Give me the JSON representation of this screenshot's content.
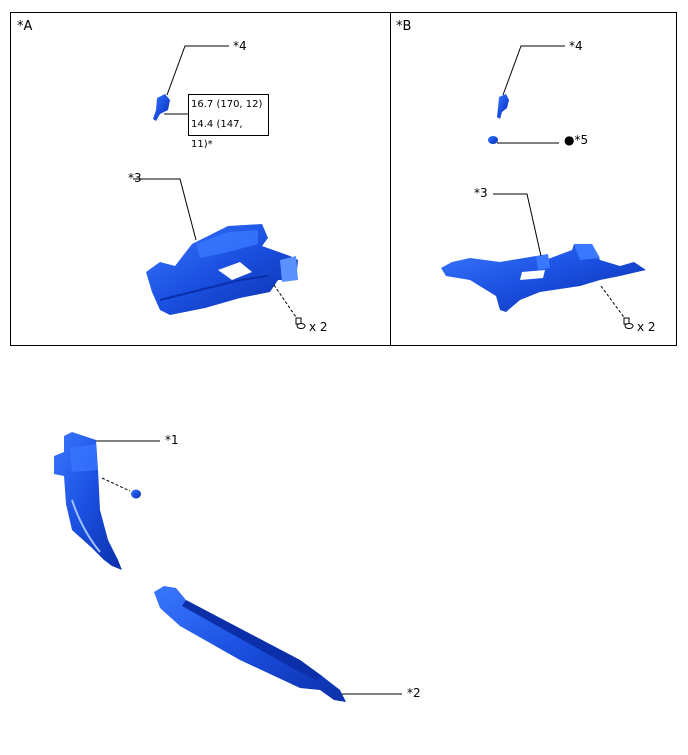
{
  "colors": {
    "part_blue": "#1a4fe0",
    "part_highlight": "#4a86ff",
    "part_shadow": "#0b2fa8",
    "line": "#000000"
  },
  "panels": [
    {
      "id": "A",
      "label": "*A",
      "callouts": {
        "part4": "*4",
        "part3": "*3",
        "fastener_qty": "x 2"
      },
      "torque": {
        "line1": "16.7 (170, 12)",
        "line2": "14.4 (147, 11)*"
      }
    },
    {
      "id": "B",
      "label": "*B",
      "callouts": {
        "part4": "*4",
        "part5": "●*5",
        "part3": "*3",
        "fastener_qty": "x 2"
      }
    }
  ],
  "lower": {
    "callouts": {
      "part1": "*1",
      "part2": "*2"
    }
  }
}
